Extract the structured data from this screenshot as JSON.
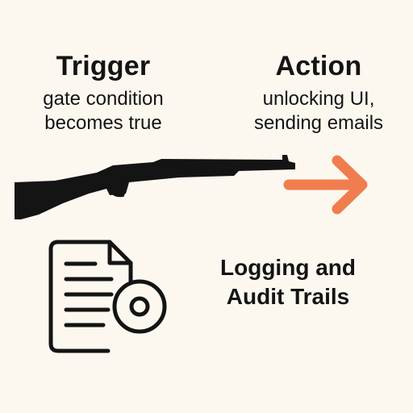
{
  "trigger": {
    "heading": "Trigger",
    "description_lines": [
      "gate condition",
      "becomes true"
    ]
  },
  "action": {
    "heading": "Action",
    "description_lines": [
      "unlocking UI,",
      "sending emails"
    ]
  },
  "logging": {
    "lines": [
      "Logging and",
      "Audit Trails"
    ]
  },
  "colors": {
    "background": "#fcf8ef",
    "ink": "#141414",
    "arrow": "#f07d4e"
  },
  "icons": {
    "rifle": "rifle-icon",
    "arrow": "arrow-right-icon",
    "document": "document-icon",
    "disc": "disc-icon"
  }
}
